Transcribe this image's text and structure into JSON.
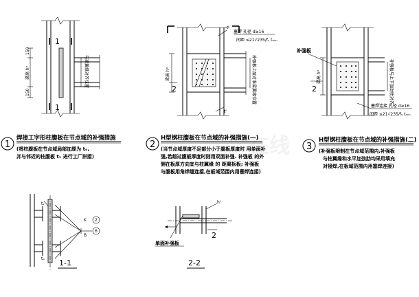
{
  "watermark": "在线",
  "detail1": {
    "number": "1",
    "title": "焊接工字形柱腹板在节点域的补强措施",
    "note_lines": [
      "(将柱腹板在节点域局部加厚为 tₒ,",
      "并与邻近的柱腹板 tᵥ 进行工厂拼接)"
    ],
    "dim_top": "150",
    "dim_beam": "梁高 hᵇ",
    "dim_bottom": "150",
    "vertical_text": "与梁翼缘对齐位置",
    "section_mark": "1"
  },
  "detail2": {
    "number": "2",
    "title": "H型钢柱腹板在节点域的补强措施(一)",
    "note_lines": [
      "(当节点域厚度不足部分小于腹板厚度时  用单面补",
      "强,若超过腹板厚度时则用双面补强. 补强板 的外",
      "侧在板厚方向宜与柱翼缘 的 距离拆板; 补强板",
      "与腹板用角焊缝连接,在板域范围内用塞焊连接)"
    ],
    "weld_label": "塞焊 孔径 d≥16",
    "spacing_label": "间距 ≤21√235/fᵧ tₘᵢₙ",
    "dim_beam": "梁高 hᵇ",
    "vertical_text": "补强板上层对准梁翼缘位置",
    "tf_label": "tᶠ",
    "section_mark": "2"
  },
  "detail3": {
    "number": "3",
    "title": "H型钢柱腹板在节点域的补强措施(二)",
    "note_lines": [
      "(补强板限制在节点域范围内,补强板",
      "与柱翼缘和水平加劲肋均采用填充",
      "对接焊,在板域范围内用塞焊连接)"
    ],
    "stiffener_label": "补强板",
    "weld_label": "塞焊连接 孔径 d≥16",
    "spacing_label": "间距 ≤21√235/fᵧ tₘᵢₙ",
    "dim_beam": "梁高 hᵇ",
    "vertical_text": "补强板与上下加劲肋对齐",
    "section_mark": "2"
  },
  "section11": {
    "label": "1-1",
    "tw_label": "tᵥ",
    "tw2_label": "tₒ",
    "callout_a": "2",
    "callout_b": "6",
    "mark_a": "K",
    "mark_b": "B"
  },
  "section22": {
    "label": "2-2",
    "side_label": "单面补强板",
    "h_label": "hᶠ",
    "callout": "2"
  }
}
